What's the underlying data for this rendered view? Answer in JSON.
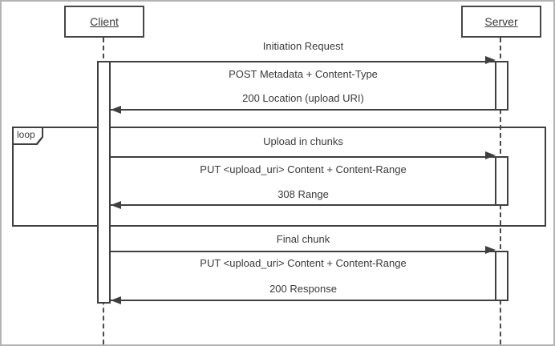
{
  "diagram": {
    "type": "uml-sequence-diagram",
    "actors": {
      "client": {
        "label": "Client"
      },
      "server": {
        "label": "Server"
      }
    },
    "loop_fragment": {
      "operator": "loop"
    },
    "sections": [
      {
        "title": "Initiation Request",
        "request": {
          "label": "POST Metadata + Content-Type",
          "from": "Client",
          "to": "Server",
          "arrow": "solid-filled-right"
        },
        "response": {
          "label": "200 Location (upload URI)",
          "from": "Server",
          "to": "Client",
          "arrow": "solid-filled-left"
        }
      },
      {
        "title": "Upload in chunks",
        "inside_loop": true,
        "request": {
          "label": "PUT <upload_uri> Content + Content-Range",
          "from": "Client",
          "to": "Server",
          "arrow": "solid-filled-right"
        },
        "response": {
          "label": "308 Range",
          "from": "Server",
          "to": "Client",
          "arrow": "solid-filled-left"
        }
      },
      {
        "title": "Final chunk",
        "request": {
          "label": "PUT <upload_uri> Content + Content-Range",
          "from": "Client",
          "to": "Server",
          "arrow": "solid-filled-right"
        },
        "response": {
          "label": "200 Response",
          "from": "Server",
          "to": "Client",
          "arrow": "solid-filled-left"
        }
      }
    ],
    "colors": {
      "line": "#3f3f3f",
      "text": "#3a3a3a",
      "background": "#ffffff",
      "outer_border": "#b3b3b3"
    }
  }
}
